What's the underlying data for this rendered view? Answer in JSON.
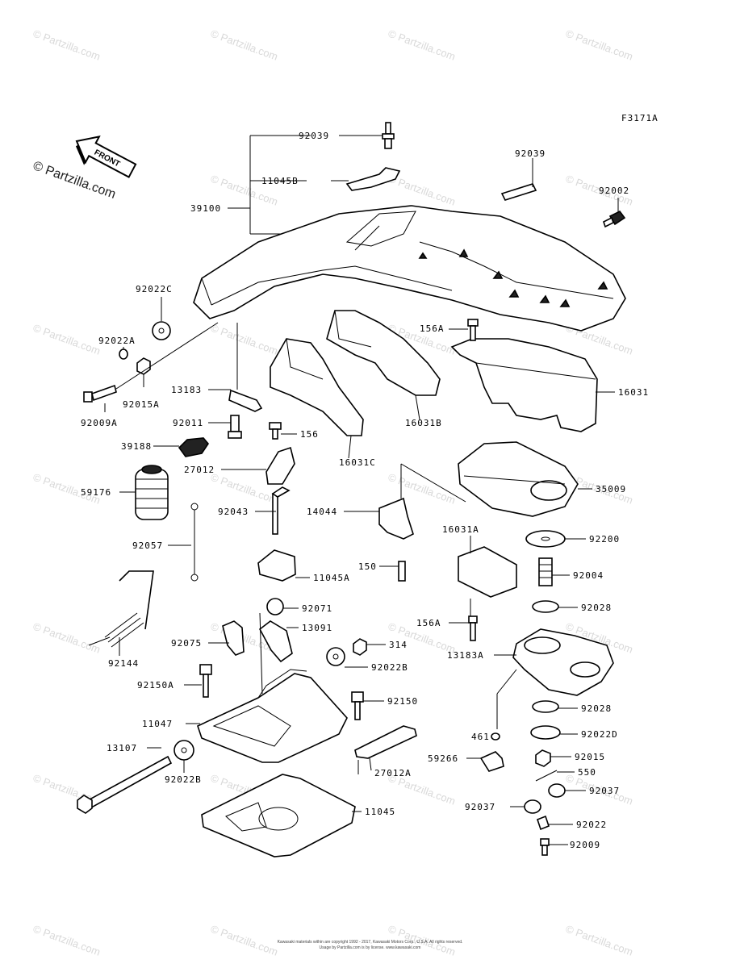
{
  "figure_code": "F3171A",
  "front_label": "FRONT",
  "brand": "© Partzilla.com",
  "watermark": "© Partzilla.com",
  "copyright": [
    "Kawasaki materials within are copyright 1992 - 2017, Kawasaki Motors Corp., U.S.A. All rights reserved.",
    "Usage by Partzilla.com is by license. www.kawasaki.com"
  ],
  "parts": [
    "92039",
    "11045B",
    "39100",
    "92039",
    "92002",
    "92022C",
    "92022A",
    "92015A",
    "92009A",
    "156A",
    "13183",
    "16031",
    "16031B",
    "92011",
    "156",
    "39188",
    "16031C",
    "27012",
    "59176",
    "35009",
    "92043",
    "14044",
    "92057",
    "16031A",
    "92200",
    "150",
    "11045A",
    "92004",
    "92071",
    "92028",
    "156A",
    "13091",
    "92075",
    "314",
    "92144",
    "13183A",
    "92022B",
    "92150A",
    "92150",
    "11047",
    "92028",
    "461",
    "92022D",
    "13107",
    "27012A",
    "59266",
    "92015",
    "92022B",
    "550",
    "92037",
    "92037",
    "11045",
    "92022",
    "92009"
  ]
}
